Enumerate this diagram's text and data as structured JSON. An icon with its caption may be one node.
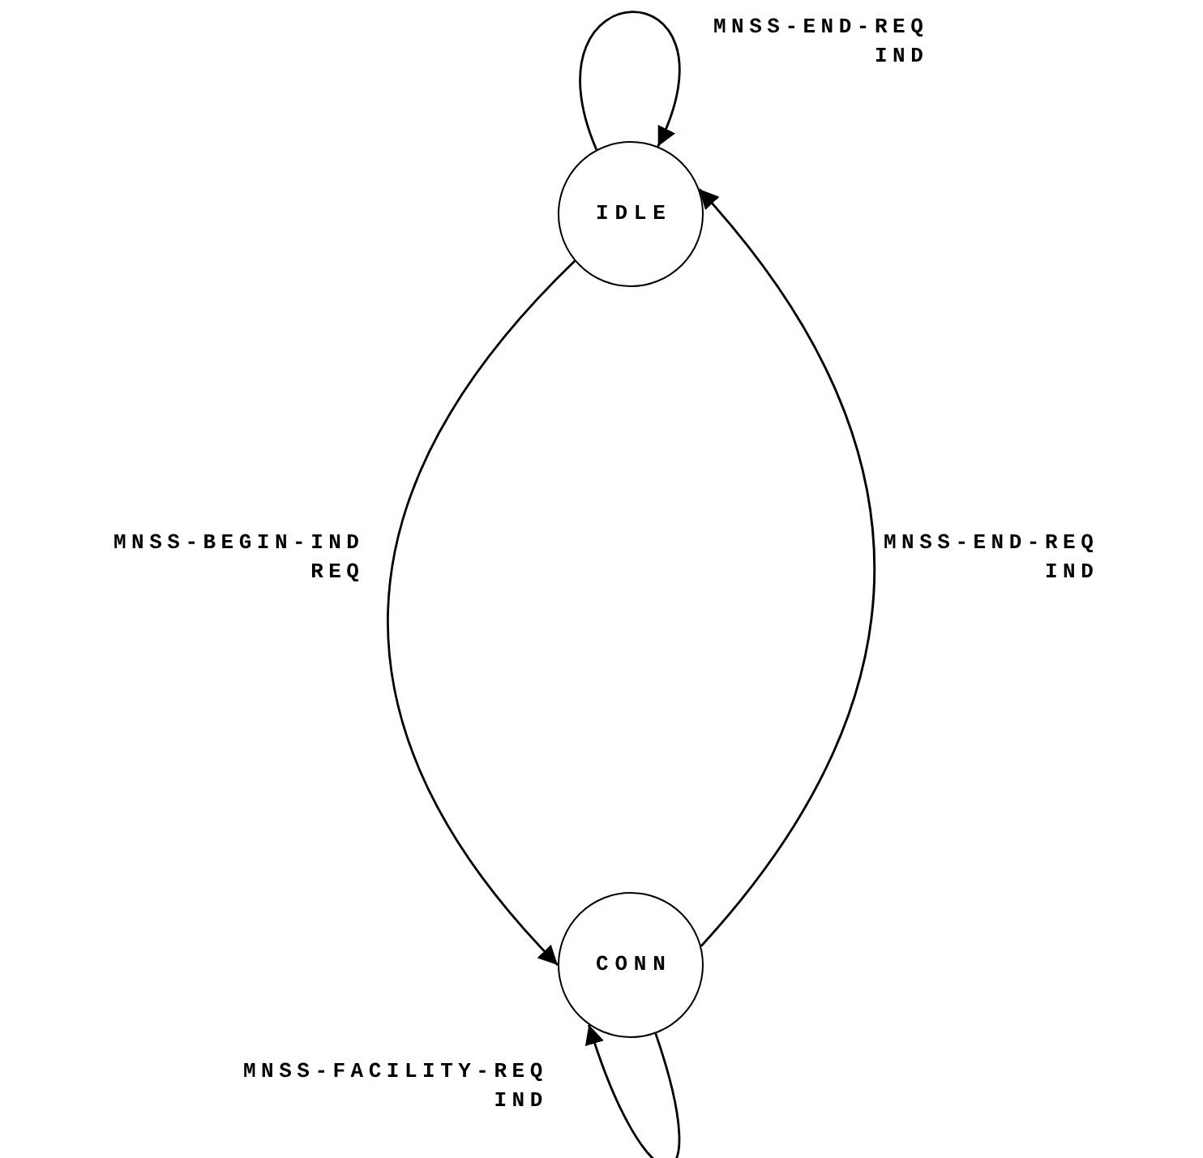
{
  "diagram": {
    "nodes": [
      {
        "text": [
          "IDLE"
        ]
      },
      {
        "text": [
          "CONN"
        ]
      }
    ],
    "edges": [
      {
        "from": 0,
        "to": 0,
        "arrow": "to",
        "label": "MNSS-END-REQ IND"
      },
      {
        "from": 0,
        "to": 1,
        "arrow": "to",
        "label": "MNSS-BEGIN-IND REQ"
      },
      {
        "from": 1,
        "to": 0,
        "arrow": "to",
        "label": "MNSS-END-REQ IND"
      },
      {
        "from": 1,
        "to": 1,
        "arrow": "to",
        "label": "MNSS-FACILITY-REQ IND"
      }
    ]
  }
}
